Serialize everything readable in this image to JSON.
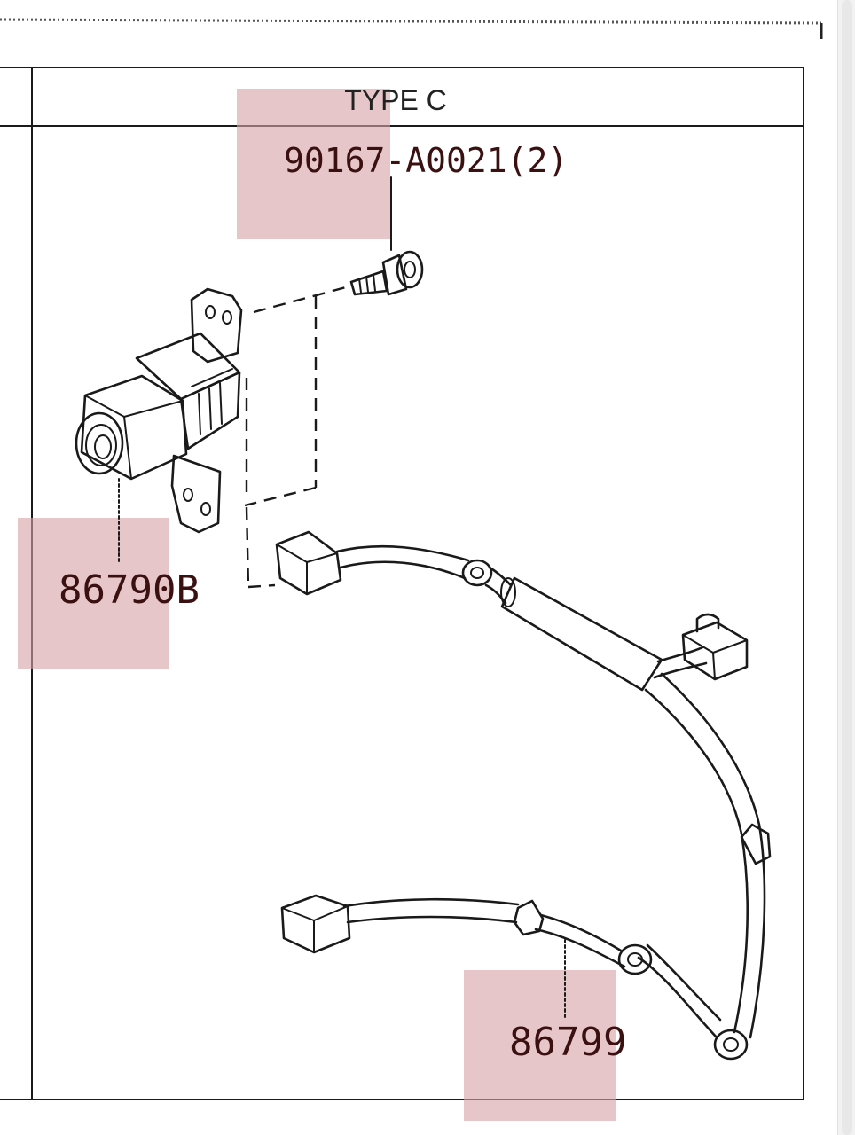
{
  "header": {
    "type_label": "TYPE C"
  },
  "parts": {
    "bolt": {
      "number": "90167-A0021(2)"
    },
    "camera": {
      "number": "86790B"
    },
    "harness": {
      "number": "86799"
    }
  },
  "colors": {
    "highlight": "#d9a3a8",
    "ink": "#1a1a1a",
    "label": "#3a1010"
  }
}
